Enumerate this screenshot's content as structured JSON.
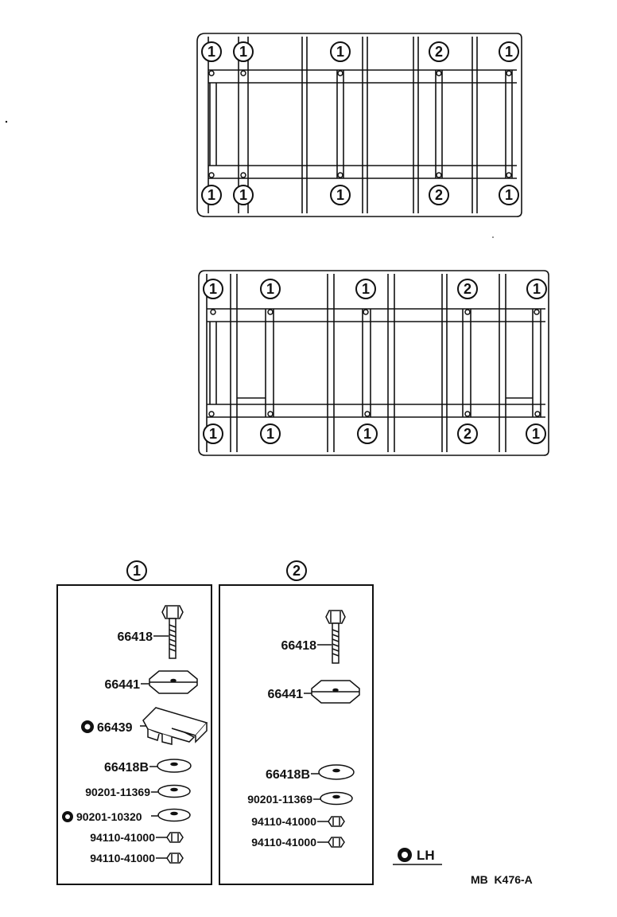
{
  "frames": [
    {
      "top_markers": [
        "1",
        "1",
        "1",
        "2",
        "1"
      ],
      "bottom_markers": [
        "1",
        "1",
        "1",
        "2",
        "1"
      ]
    },
    {
      "top_markers": [
        "1",
        "1",
        "1",
        "2",
        "1"
      ],
      "bottom_markers": [
        "1",
        "1",
        "1",
        "2",
        "1"
      ]
    }
  ],
  "kits": [
    {
      "number": "1",
      "parts": [
        "66418",
        "66441",
        "66439",
        "66418B",
        "90201-11369",
        "90201-10320",
        "94110-41000",
        "94110-41000"
      ]
    },
    {
      "number": "2",
      "parts": [
        "66418",
        "66441",
        "66418B",
        "90201-11369",
        "94110-41000",
        "94110-41000"
      ]
    }
  ],
  "legend": {
    "symbol": "lh-symbol",
    "label": "LH"
  },
  "diagram_code": "MB  K476-A",
  "colors": {
    "ink": "#111111",
    "background": "#ffffff"
  }
}
